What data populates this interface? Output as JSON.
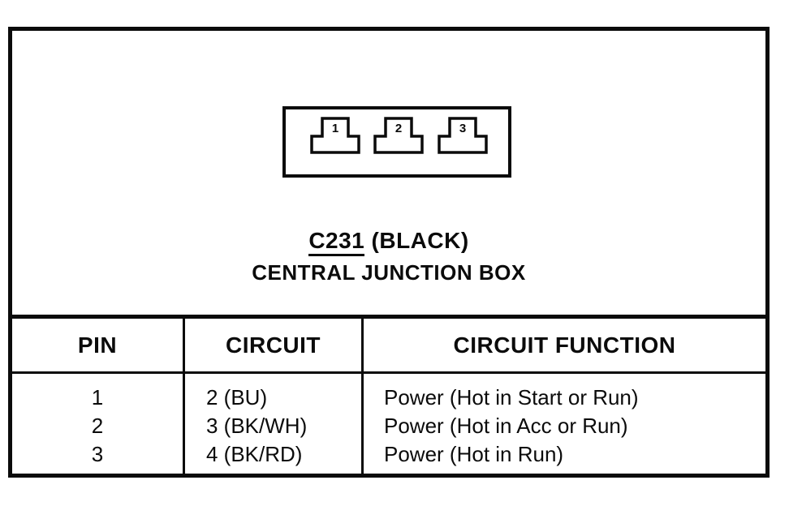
{
  "figure": {
    "connector": {
      "pins": [
        {
          "number": "1"
        },
        {
          "number": "2"
        },
        {
          "number": "3"
        }
      ],
      "title_code": "C231",
      "title_suffix": " (BLACK)",
      "subtitle": "CENTRAL JUNCTION BOX"
    },
    "table": {
      "headers": {
        "pin": "PIN",
        "circuit": "CIRCUIT",
        "function": "CIRCUIT FUNCTION"
      },
      "rows": [
        {
          "pin": "1",
          "circuit": "2 (BU)",
          "function": "Power (Hot in Start or Run)"
        },
        {
          "pin": "2",
          "circuit": "3 (BK/WH)",
          "function": "Power (Hot in Acc or Run)"
        },
        {
          "pin": "3",
          "circuit": "4 (BK/RD)",
          "function": "Power (Hot in Run)"
        }
      ]
    },
    "colors": {
      "ink": "#0b0b0b",
      "paper": "#ffffff"
    }
  }
}
